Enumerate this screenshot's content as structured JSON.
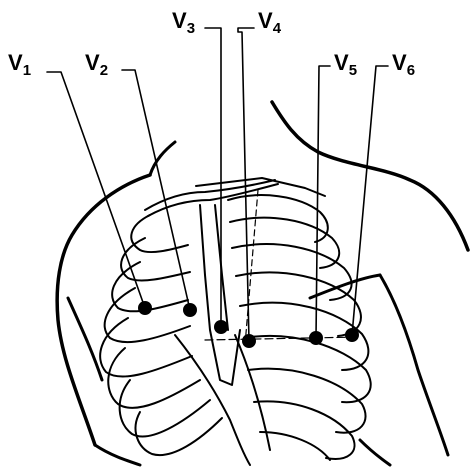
{
  "diagram": {
    "leads": [
      {
        "id": "V1",
        "letter": "V",
        "sub": "1"
      },
      {
        "id": "V2",
        "letter": "V",
        "sub": "2"
      },
      {
        "id": "V3",
        "letter": "V",
        "sub": "3"
      },
      {
        "id": "V4",
        "letter": "V",
        "sub": "4"
      },
      {
        "id": "V5",
        "letter": "V",
        "sub": "5"
      },
      {
        "id": "V6",
        "letter": "V",
        "sub": "6"
      }
    ],
    "colors": {
      "ink": "#000000",
      "background": "#ffffff"
    }
  }
}
